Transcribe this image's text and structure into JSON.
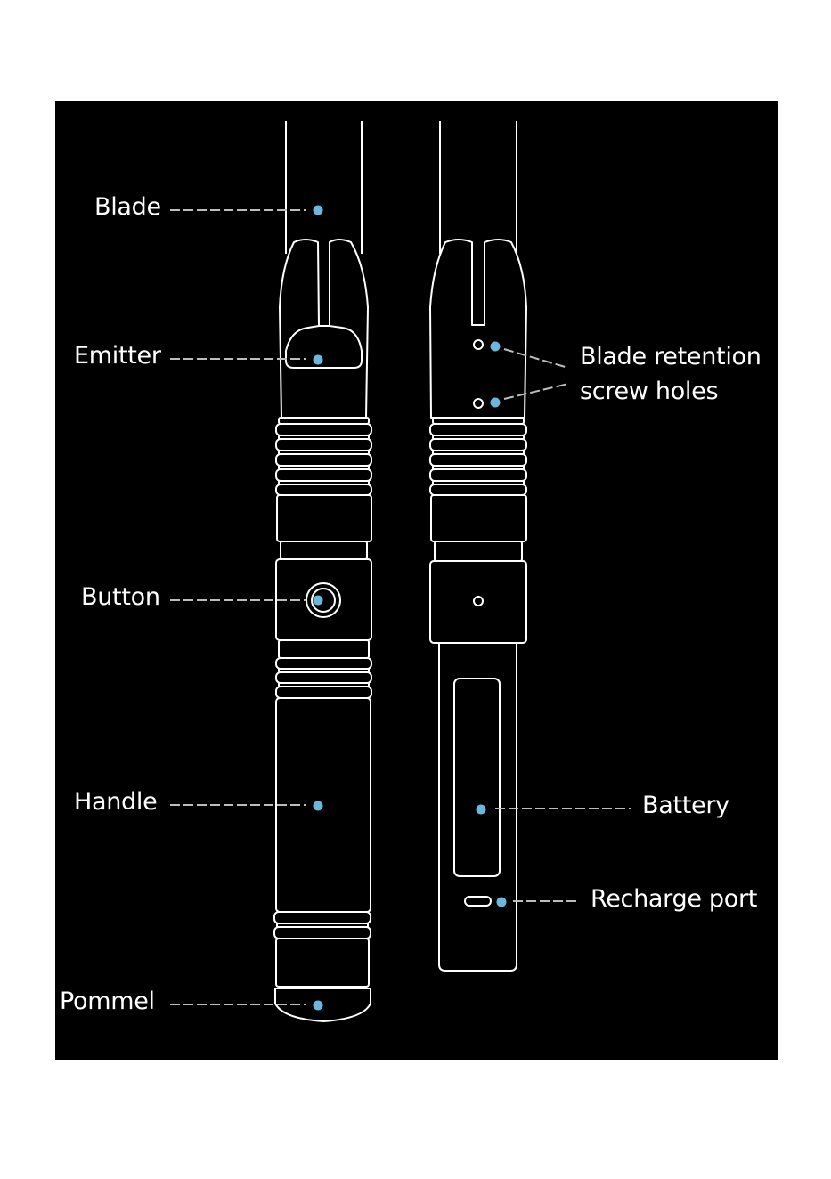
{
  "diagram": {
    "labels": {
      "blade": "Blade",
      "emitter": "Emitter",
      "button": "Button",
      "handle": "Handle",
      "pommel": "Pommel",
      "blade_retention_line1": "Blade retention",
      "blade_retention_line2": "screw holes",
      "battery": "Battery",
      "recharge_port": "Recharge port"
    },
    "colors": {
      "background": "#000000",
      "outline": "#ffffff",
      "marker": "#6cb7dd",
      "leader": "#bdbdbd",
      "page": "#ffffff"
    }
  }
}
